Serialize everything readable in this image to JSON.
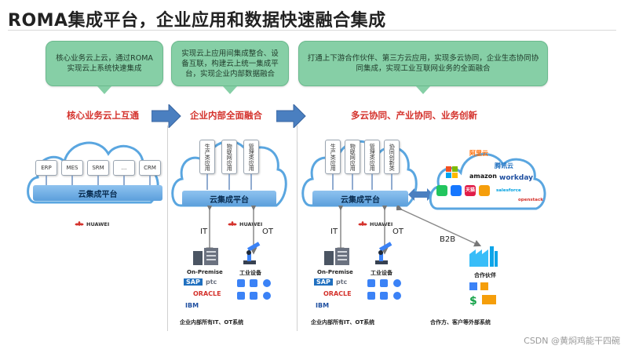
{
  "title": "ROMA集成平台，企业应用和数据快速融合集成",
  "bubbles": {
    "b1": "核心业务云上云，通过ROMA实现云上系统快速集成",
    "b2": "实现云上应用间集成整合、设备互联，构建云上统一集成平台，实现企业内部数据融合",
    "b3": "打通上下游合作伙伴、第三方云应用，实现多云协同，企业生态协同协同集成，实现工业互联网业务的全面融合"
  },
  "headings": {
    "h1": "核心业务云上互通",
    "h2": "企业内部全面融合",
    "h3": "多云协同、产业协同、业务创新"
  },
  "panel1": {
    "systems": [
      "ERP",
      "MES",
      "SRM",
      "...",
      "CRM"
    ],
    "platform": "云集成平台",
    "brand": "HUAWEI"
  },
  "panel2": {
    "apps": [
      "生产类应用",
      "物联网应用",
      "管理类应用"
    ],
    "platform": "云集成平台",
    "brand": "HUAWEI",
    "it": "IT",
    "ot": "OT",
    "on_premise": "On-Premise",
    "industrial": "工业设备",
    "footer": "企业内部所有IT、OT系统",
    "vendors": [
      "SAP",
      "ptc",
      "ORACLE",
      "IBM"
    ]
  },
  "panel3": {
    "apps": [
      "生产类应用",
      "物联网应用",
      "管理类应用",
      "协同创新类"
    ],
    "platform": "云集成平台",
    "brand": "HUAWEI",
    "it": "IT",
    "ot": "OT",
    "b2b": "B2B",
    "on_premise": "On-Premise",
    "industrial": "工业设备",
    "partner": "合作伙伴",
    "footer_left": "企业内部所有IT、OT系统",
    "footer_right": "合作方、客户等外部系统",
    "vendors": [
      "SAP",
      "ptc",
      "ORACLE",
      "IBM"
    ],
    "clouds": [
      "阿里云",
      "腾讯云",
      "amazon",
      "workday",
      "天猫",
      "salesforce",
      "openstack"
    ]
  },
  "watermark": "CSDN @黄焖鸡能干四碗",
  "colors": {
    "bubble": "#86cfa6",
    "heading": "#d4322c",
    "arrow": "#4a7fc0",
    "platform": "#5b9fdc"
  }
}
